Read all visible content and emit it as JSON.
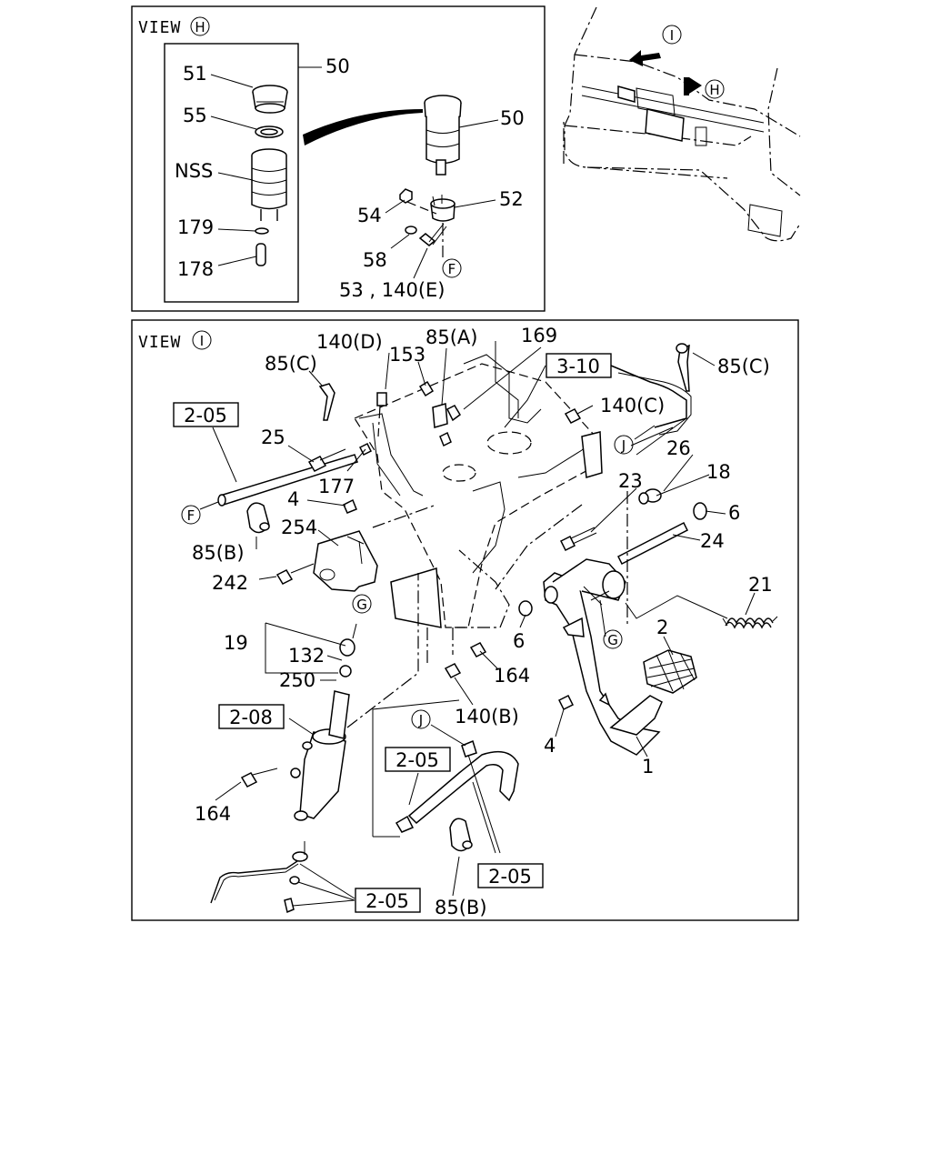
{
  "view_h": {
    "title": "VIEW",
    "marker": "H",
    "labels": {
      "l51": "51",
      "l55": "55",
      "lnss": "NSS",
      "l179": "179",
      "l178": "178",
      "l50a": "50",
      "l50b": "50",
      "l52": "52",
      "l54": "54",
      "l58": "58",
      "l53": "53 , 140(E)",
      "f": "F"
    }
  },
  "overview": {
    "marker_i": "I",
    "marker_h": "H"
  },
  "view_i": {
    "title": "VIEW",
    "marker": "I",
    "labels": {
      "l140d": "140(D)",
      "l153": "153",
      "l85a": "85(A)",
      "l169": "169",
      "l85c_left": "85(C)",
      "l85c_right": "85(C)",
      "l140c": "140(C)",
      "l25": "25",
      "l177": "177",
      "l4_top": "4",
      "l254": "254",
      "l85b_left": "85(B)",
      "l242": "242",
      "l26": "26",
      "l18": "18",
      "l23": "23",
      "l6_right": "6",
      "l24": "24",
      "l21": "21",
      "l2": "2",
      "l6_mid": "6",
      "l164_mid": "164",
      "l140b": "140(B)",
      "l4_low": "4",
      "l1": "1",
      "l19": "19",
      "l132": "132",
      "l250": "250",
      "l164_low": "164",
      "l85b_low": "85(B)"
    },
    "boxes": {
      "b310": "3-10",
      "b205_left": "2-05",
      "b208": "2-08",
      "b205_mid": "2-05",
      "b205_right": "2-05",
      "b205_bottom": "2-05"
    },
    "circles": {
      "f": "F",
      "j_top": "J",
      "g_left": "G",
      "g_right": "G",
      "j_low": "J"
    }
  }
}
